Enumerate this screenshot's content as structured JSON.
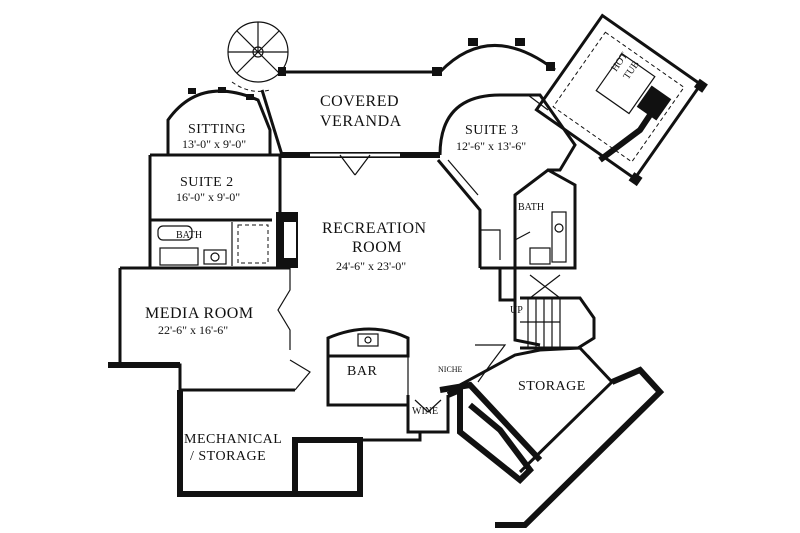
{
  "rooms": {
    "covered_veranda": {
      "line1": "COVERED",
      "line2": "VERANDA"
    },
    "hot_tub": {
      "line1": "HOT",
      "line2": "TUB"
    },
    "sitting": {
      "name": "SITTING",
      "dims": "13'-0\" x 9'-0\""
    },
    "suite2": {
      "name": "SUITE 2",
      "dims": "16'-0\" x 9'-0\""
    },
    "suite3": {
      "name": "SUITE 3",
      "dims": "12'-6\" x 13'-6\""
    },
    "bath_left": {
      "name": "BATH"
    },
    "bath_right": {
      "name": "BATH"
    },
    "recreation": {
      "line1": "RECREATION",
      "line2": "ROOM",
      "dims": "24'-6\" x 23'-0\""
    },
    "media": {
      "name": "MEDIA ROOM",
      "dims": "22'-6\" x 16'-6\""
    },
    "bar": {
      "name": "BAR"
    },
    "niche": {
      "name": "NICHE"
    },
    "wine": {
      "name": "WINE"
    },
    "storage": {
      "name": "STORAGE"
    },
    "mechanical": {
      "line1": "MECHANICAL",
      "line2": "/ STORAGE"
    },
    "stairs": {
      "up": "UP"
    }
  }
}
